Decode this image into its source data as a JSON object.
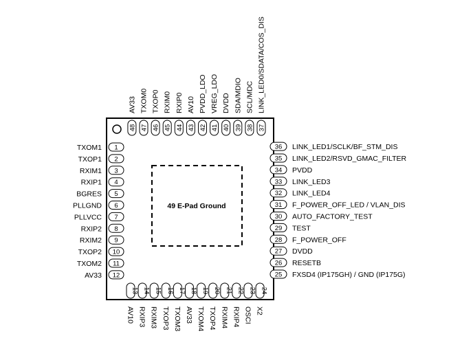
{
  "center_label": "49 E-Pad Ground",
  "left_pins": [
    {
      "num": "1",
      "name": "TXOM1"
    },
    {
      "num": "2",
      "name": "TXOP1"
    },
    {
      "num": "3",
      "name": "RXIM1"
    },
    {
      "num": "4",
      "name": "RXIP1"
    },
    {
      "num": "5",
      "name": "BGRES"
    },
    {
      "num": "6",
      "name": "PLLGND"
    },
    {
      "num": "7",
      "name": "PLLVCC"
    },
    {
      "num": "8",
      "name": "RXIP2"
    },
    {
      "num": "9",
      "name": "RXIM2"
    },
    {
      "num": "10",
      "name": "TXOP2"
    },
    {
      "num": "11",
      "name": "TXOM2"
    },
    {
      "num": "12",
      "name": "AV33"
    }
  ],
  "bottom_pins": [
    {
      "num": "13",
      "name": "AV10"
    },
    {
      "num": "14",
      "name": "RXIP3"
    },
    {
      "num": "15",
      "name": "RXIM3"
    },
    {
      "num": "16",
      "name": "TXOP3"
    },
    {
      "num": "17",
      "name": "TXOM3"
    },
    {
      "num": "18",
      "name": "AV33"
    },
    {
      "num": "19",
      "name": "TXOM4"
    },
    {
      "num": "20",
      "name": "TXOP4"
    },
    {
      "num": "21",
      "name": "RXIM4"
    },
    {
      "num": "22",
      "name": "RXIP4"
    },
    {
      "num": "23",
      "name": "OSCI"
    },
    {
      "num": "24",
      "name": "X2"
    }
  ],
  "right_pins": [
    {
      "num": "25",
      "name": "FXSD4 (IP175GH) / GND (IP175G)"
    },
    {
      "num": "26",
      "name": "RESETB"
    },
    {
      "num": "27",
      "name": "DVDD"
    },
    {
      "num": "28",
      "name": "F_POWER_OFF"
    },
    {
      "num": "29",
      "name": "TEST"
    },
    {
      "num": "30",
      "name": "AUTO_FACTORY_TEST"
    },
    {
      "num": "31",
      "name": "F_POWER_OFF_LED / VLAN_DIS"
    },
    {
      "num": "32",
      "name": "LINK_LED4"
    },
    {
      "num": "33",
      "name": "LINK_LED3"
    },
    {
      "num": "34",
      "name": "PVDD"
    },
    {
      "num": "35",
      "name": "LINK_LED2/RSVD_GMAC_FILTER"
    },
    {
      "num": "36",
      "name": "LINK_LED1/SCLK/BF_STM_DIS"
    }
  ],
  "top_pins": [
    {
      "num": "37",
      "name": "LINK_LED0/SDATA/COS_DIS"
    },
    {
      "num": "38",
      "name": "SCL/MDC"
    },
    {
      "num": "39",
      "name": "SDA/MDIO"
    },
    {
      "num": "40",
      "name": "DVDD"
    },
    {
      "num": "41",
      "name": "VREG_LDO"
    },
    {
      "num": "42",
      "name": "PVDD_LDO"
    },
    {
      "num": "43",
      "name": "AV10"
    },
    {
      "num": "44",
      "name": "RXIP0"
    },
    {
      "num": "45",
      "name": "RXIM0"
    },
    {
      "num": "46",
      "name": "TXOP0"
    },
    {
      "num": "47",
      "name": "TXOM0"
    },
    {
      "num": "48",
      "name": "AV33"
    }
  ]
}
